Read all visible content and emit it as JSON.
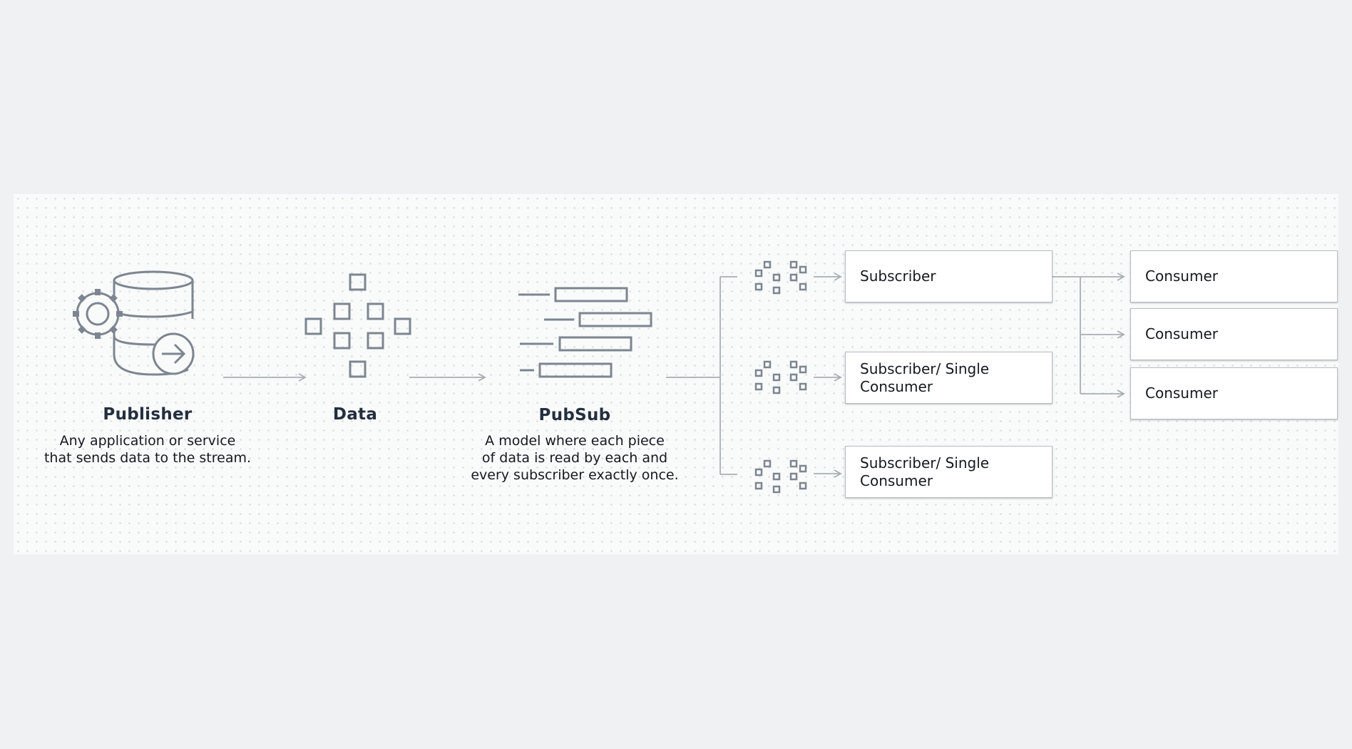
{
  "publisher": {
    "title": "Publisher",
    "description_line1": "Any application or service",
    "description_line2": "that sends data to the stream."
  },
  "data": {
    "title": "Data"
  },
  "pubsub": {
    "title": "PubSub",
    "description_line1": "A model where each piece",
    "description_line2": "of data is read by each and",
    "description_line3": "every subscriber exactly once."
  },
  "subscribers": [
    {
      "label": "Subscriber"
    },
    {
      "label": "Subscriber/ Single\nConsumer"
    },
    {
      "label": "Subscriber/ Single\nConsumer"
    }
  ],
  "consumers": [
    {
      "label": "Consumer"
    },
    {
      "label": "Consumer"
    },
    {
      "label": "Consumer"
    }
  ],
  "colors": {
    "line": "#a9aeb3",
    "icon": "#7d8690",
    "text": "#16191f"
  }
}
